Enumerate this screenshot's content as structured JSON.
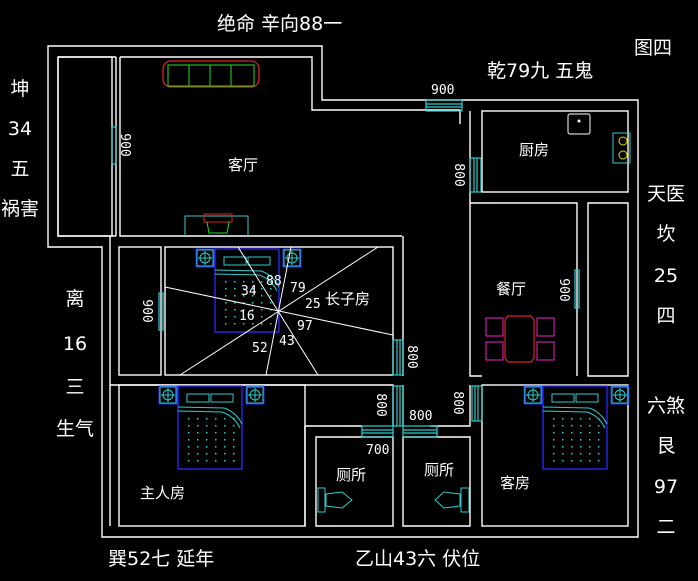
{
  "title_corner": "图四",
  "directions": {
    "top": "绝命 辛向88一",
    "top_right": "乾79九 五鬼",
    "left_top": [
      "坤",
      "34",
      "五",
      "祸害"
    ],
    "left_mid": [
      "离",
      "16",
      "三",
      "生气"
    ],
    "right_top": [
      "天医",
      "坎",
      "25",
      "四"
    ],
    "right_bottom": [
      "六煞",
      "艮",
      "97",
      "二"
    ],
    "bottom_left": "巽52七  延年",
    "bottom_right": "乙山43六  伏位"
  },
  "rooms": {
    "living_room": "客厅",
    "kitchen": "厨房",
    "dining_room": "餐厅",
    "eldest_son_room": "长子房",
    "master_bedroom": "主人房",
    "guest_room": "客房",
    "toilet_1": "厕所",
    "toilet_2": "厕所"
  },
  "dimensions": {
    "top_door": "900",
    "kitchen_door": "800",
    "living_window": "900",
    "son_room_window": "900",
    "son_room_door": "800",
    "master_door": "800",
    "hall_door": "800",
    "toilet1_door": "700",
    "guest_door": "800",
    "dining_window": "900"
  },
  "compass_numbers": {
    "n88": "88",
    "n79": "79",
    "n34": "34",
    "n25": "25",
    "n16": "16",
    "n97": "97",
    "n52": "52",
    "n43": "43"
  },
  "colors": {
    "wall": "#ffffff",
    "door": "#33cccc",
    "bed_frame": "#2a2aff",
    "sofa_outline": "#dd2222",
    "sofa_cushion": "#22dd22",
    "dining_chair": "#ee22cc",
    "stove": "#dddd00"
  }
}
